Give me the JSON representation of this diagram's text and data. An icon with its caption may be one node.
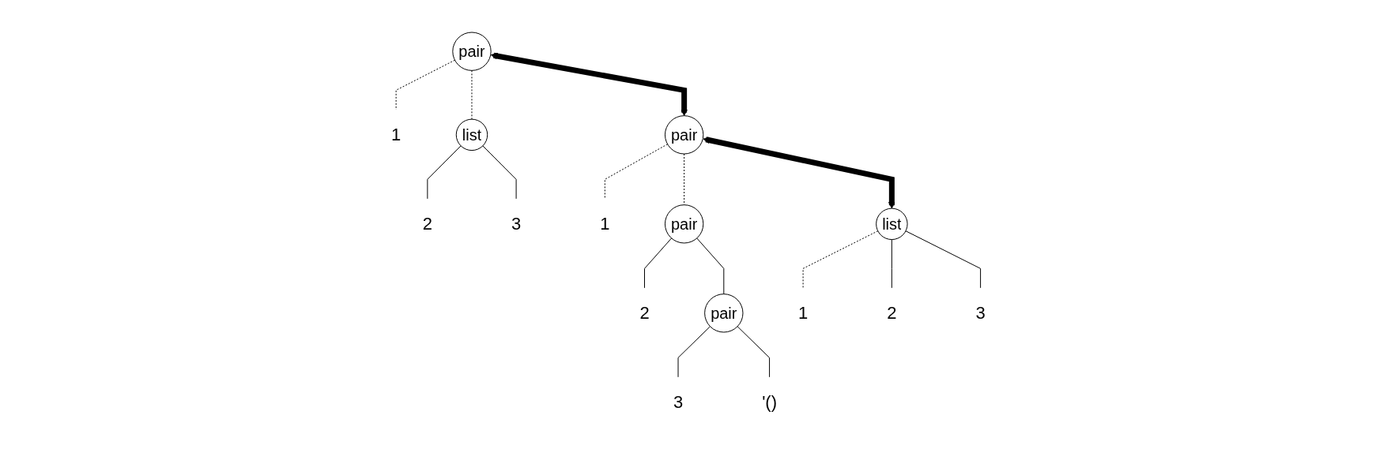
{
  "diagram": {
    "nodes": [
      {
        "text": [
          "pair"
        ]
      },
      {
        "text": [
          "1"
        ]
      },
      {
        "text": [
          "list"
        ]
      },
      {
        "text": [
          "2"
        ]
      },
      {
        "text": [
          "3"
        ]
      },
      {
        "text": [
          "pair"
        ]
      },
      {
        "text": [
          "1"
        ]
      },
      {
        "text": [
          "pair"
        ]
      },
      {
        "text": [
          "2"
        ]
      },
      {
        "text": [
          "pair"
        ]
      },
      {
        "text": [
          "3"
        ]
      },
      {
        "text": [
          "'()"
        ]
      },
      {
        "text": [
          "list"
        ]
      },
      {
        "text": [
          "1"
        ]
      },
      {
        "text": [
          "2"
        ]
      },
      {
        "text": [
          "3"
        ]
      }
    ],
    "edges": [
      {
        "from": 0,
        "to": 1,
        "arrow": "none",
        "style": "dashed"
      },
      {
        "from": 0,
        "to": 2,
        "arrow": "none",
        "style": "dashed"
      },
      {
        "from": 2,
        "to": 3,
        "arrow": "none"
      },
      {
        "from": 2,
        "to": 4,
        "arrow": "none"
      },
      {
        "from": 0,
        "to": 5,
        "arrow": "both",
        "style": "thick"
      },
      {
        "from": 5,
        "to": 6,
        "arrow": "none",
        "style": "dashed"
      },
      {
        "from": 5,
        "to": 7,
        "arrow": "none",
        "style": "dashed"
      },
      {
        "from": 7,
        "to": 8,
        "arrow": "none"
      },
      {
        "from": 7,
        "to": 9,
        "arrow": "none"
      },
      {
        "from": 9,
        "to": 10,
        "arrow": "none"
      },
      {
        "from": 9,
        "to": 11,
        "arrow": "none"
      },
      {
        "from": 5,
        "to": 12,
        "arrow": "both",
        "style": "thick"
      },
      {
        "from": 12,
        "to": 13,
        "arrow": "none",
        "style": "dashed"
      },
      {
        "from": 12,
        "to": 14,
        "arrow": "none"
      },
      {
        "from": 12,
        "to": 15,
        "arrow": "none"
      }
    ]
  }
}
